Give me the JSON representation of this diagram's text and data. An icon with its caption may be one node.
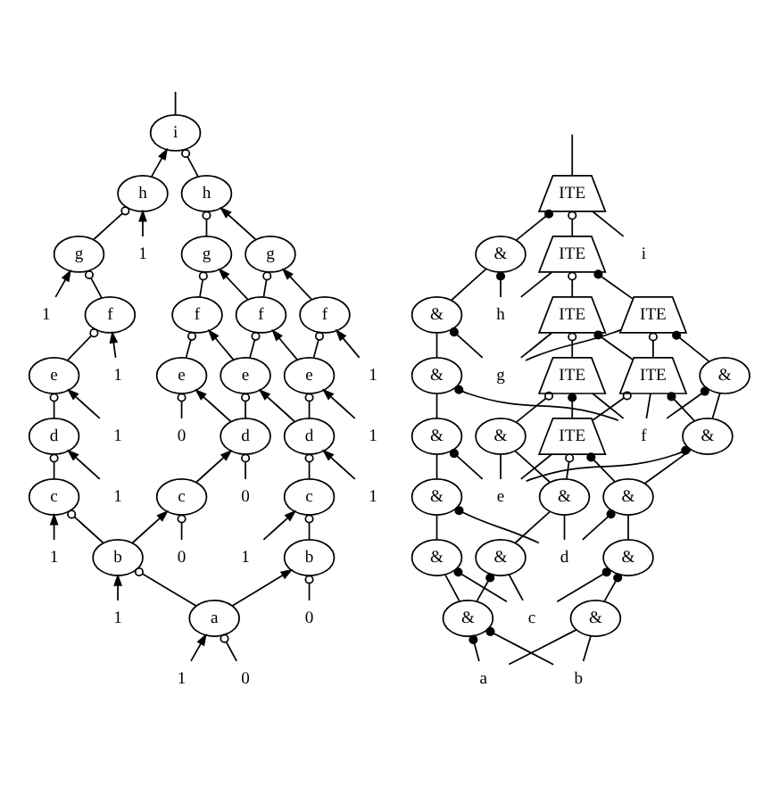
{
  "diagram": {
    "nodes": [
      {
        "text": [
          "i"
        ]
      },
      {
        "text": [
          "h"
        ]
      },
      {
        "text": [
          "h"
        ]
      },
      {
        "text": [
          "g"
        ]
      },
      {
        "text": [
          "1"
        ]
      },
      {
        "text": [
          "g"
        ]
      },
      {
        "text": [
          "g"
        ]
      },
      {
        "text": [
          "1"
        ]
      },
      {
        "text": [
          "f"
        ]
      },
      {
        "text": [
          "f"
        ]
      },
      {
        "text": [
          "f"
        ]
      },
      {
        "text": [
          "f"
        ]
      },
      {
        "text": [
          "e"
        ]
      },
      {
        "text": [
          "1"
        ]
      },
      {
        "text": [
          "e"
        ]
      },
      {
        "text": [
          "e"
        ]
      },
      {
        "text": [
          "e"
        ]
      },
      {
        "text": [
          "1"
        ]
      },
      {
        "text": [
          "d"
        ]
      },
      {
        "text": [
          "1"
        ]
      },
      {
        "text": [
          "0"
        ]
      },
      {
        "text": [
          "d"
        ]
      },
      {
        "text": [
          "d"
        ]
      },
      {
        "text": [
          "1"
        ]
      },
      {
        "text": [
          "c"
        ]
      },
      {
        "text": [
          "1"
        ]
      },
      {
        "text": [
          "c"
        ]
      },
      {
        "text": [
          "0"
        ]
      },
      {
        "text": [
          "c"
        ]
      },
      {
        "text": [
          "1"
        ]
      },
      {
        "text": [
          "1"
        ]
      },
      {
        "text": [
          "b"
        ]
      },
      {
        "text": [
          "0"
        ]
      },
      {
        "text": [
          "1"
        ]
      },
      {
        "text": [
          "b"
        ]
      },
      {
        "text": [
          "1"
        ]
      },
      {
        "text": [
          "a"
        ]
      },
      {
        "text": [
          "0"
        ]
      },
      {
        "text": [
          "1"
        ]
      },
      {
        "text": [
          "0"
        ]
      },
      {
        "text": [
          "ITE"
        ]
      },
      {
        "text": [
          "ITE"
        ]
      },
      {
        "text": [
          "&"
        ]
      },
      {
        "text": [
          "i"
        ]
      },
      {
        "text": [
          "ITE"
        ]
      },
      {
        "text": [
          "ITE"
        ]
      },
      {
        "text": [
          "h"
        ]
      },
      {
        "text": [
          "&"
        ]
      },
      {
        "text": [
          "&"
        ]
      },
      {
        "text": [
          "ITE"
        ]
      },
      {
        "text": [
          "g"
        ]
      },
      {
        "text": [
          "ITE"
        ]
      },
      {
        "text": [
          "&"
        ]
      },
      {
        "text": [
          "&"
        ]
      },
      {
        "text": [
          "ITE"
        ]
      },
      {
        "text": [
          "f"
        ]
      },
      {
        "text": [
          "&"
        ]
      },
      {
        "text": [
          "&"
        ]
      },
      {
        "text": [
          "&"
        ]
      },
      {
        "text": [
          "e"
        ]
      },
      {
        "text": [
          "&"
        ]
      },
      {
        "text": [
          "&"
        ]
      },
      {
        "text": [
          "&"
        ]
      },
      {
        "text": [
          "d"
        ]
      },
      {
        "text": [
          "&"
        ]
      },
      {
        "text": [
          "&"
        ]
      },
      {
        "text": [
          "&"
        ]
      },
      {
        "text": [
          "c"
        ]
      },
      {
        "text": [
          "&"
        ]
      },
      {
        "text": [
          "a"
        ]
      },
      {
        "text": [
          "b"
        ]
      }
    ],
    "edges": [
      {
        "from": 0,
        "to": null,
        "arrow": "none"
      },
      {
        "from": 1,
        "to": 0,
        "arrow": "to"
      },
      {
        "from": 2,
        "to": 0,
        "arrow": "other"
      },
      {
        "from": 3,
        "to": 1,
        "arrow": "other"
      },
      {
        "from": 4,
        "to": 1,
        "arrow": "to"
      },
      {
        "from": 5,
        "to": 2,
        "arrow": "other"
      },
      {
        "from": 6,
        "to": 2,
        "arrow": "to"
      },
      {
        "from": 7,
        "to": 3,
        "arrow": "to"
      },
      {
        "from": 8,
        "to": 3,
        "arrow": "other"
      },
      {
        "from": 9,
        "to": 5,
        "arrow": "other"
      },
      {
        "from": 10,
        "to": 5,
        "arrow": "to"
      },
      {
        "from": 10,
        "to": 6,
        "arrow": "other"
      },
      {
        "from": 11,
        "to": 6,
        "arrow": "to"
      },
      {
        "from": 12,
        "to": 8,
        "arrow": "other"
      },
      {
        "from": 13,
        "to": 8,
        "arrow": "to"
      },
      {
        "from": 14,
        "to": 9,
        "arrow": "other"
      },
      {
        "from": 15,
        "to": 9,
        "arrow": "to"
      },
      {
        "from": 15,
        "to": 10,
        "arrow": "other"
      },
      {
        "from": 16,
        "to": 10,
        "arrow": "to"
      },
      {
        "from": 16,
        "to": 11,
        "arrow": "other"
      },
      {
        "from": 17,
        "to": 11,
        "arrow": "to"
      },
      {
        "from": 18,
        "to": 12,
        "arrow": "other"
      },
      {
        "from": 19,
        "to": 12,
        "arrow": "to"
      },
      {
        "from": 20,
        "to": 14,
        "arrow": "other"
      },
      {
        "from": 21,
        "to": 14,
        "arrow": "to"
      },
      {
        "from": 21,
        "to": 15,
        "arrow": "other"
      },
      {
        "from": 22,
        "to": 15,
        "arrow": "to"
      },
      {
        "from": 22,
        "to": 16,
        "arrow": "other"
      },
      {
        "from": 23,
        "to": 16,
        "arrow": "to"
      },
      {
        "from": 24,
        "to": 18,
        "arrow": "other"
      },
      {
        "from": 25,
        "to": 18,
        "arrow": "to"
      },
      {
        "from": 26,
        "to": 21,
        "arrow": "to"
      },
      {
        "from": 27,
        "to": 21,
        "arrow": "other"
      },
      {
        "from": 28,
        "to": 22,
        "arrow": "other"
      },
      {
        "from": 29,
        "to": 22,
        "arrow": "to"
      },
      {
        "from": 30,
        "to": 24,
        "arrow": "to"
      },
      {
        "from": 31,
        "to": 24,
        "arrow": "other"
      },
      {
        "from": 31,
        "to": 26,
        "arrow": "to"
      },
      {
        "from": 32,
        "to": 26,
        "arrow": "other"
      },
      {
        "from": 33,
        "to": 28,
        "arrow": "to"
      },
      {
        "from": 34,
        "to": 28,
        "arrow": "other"
      },
      {
        "from": 35,
        "to": 31,
        "arrow": "to"
      },
      {
        "from": 36,
        "to": 31,
        "arrow": "other"
      },
      {
        "from": 36,
        "to": 34,
        "arrow": "to"
      },
      {
        "from": 37,
        "to": 34,
        "arrow": "other"
      },
      {
        "from": 38,
        "to": 36,
        "arrow": "to"
      },
      {
        "from": 39,
        "to": 36,
        "arrow": "other"
      },
      {
        "from": 40,
        "to": null,
        "arrow": "none"
      },
      {
        "from": 41,
        "to": 40,
        "arrow": "other"
      },
      {
        "from": 42,
        "to": 40,
        "arrow": "other"
      },
      {
        "from": 43,
        "to": 40,
        "arrow": "none"
      },
      {
        "from": 44,
        "to": 41,
        "arrow": "other"
      },
      {
        "from": 45,
        "to": 41,
        "arrow": "other"
      },
      {
        "from": 46,
        "to": 41,
        "arrow": "none"
      },
      {
        "from": 46,
        "to": 42,
        "arrow": "other"
      },
      {
        "from": 47,
        "to": 42,
        "arrow": "none"
      },
      {
        "from": 48,
        "to": 44,
        "arrow": "other"
      },
      {
        "from": 49,
        "to": 44,
        "arrow": "other"
      },
      {
        "from": 50,
        "to": 44,
        "arrow": "none"
      },
      {
        "from": 49,
        "to": 45,
        "arrow": "other"
      },
      {
        "from": 50,
        "to": 45,
        "arrow": "none"
      },
      {
        "from": 51,
        "to": 45,
        "arrow": "other"
      },
      {
        "from": 50,
        "to": 47,
        "arrow": "other"
      },
      {
        "from": 52,
        "to": 47,
        "arrow": "none"
      },
      {
        "from": 53,
        "to": 48,
        "arrow": "none"
      },
      {
        "from": 55,
        "to": 48,
        "arrow": "other"
      },
      {
        "from": 53,
        "to": 49,
        "arrow": "other"
      },
      {
        "from": 54,
        "to": 49,
        "arrow": "other"
      },
      {
        "from": 55,
        "to": 49,
        "arrow": "none"
      },
      {
        "from": 54,
        "to": 51,
        "arrow": "other"
      },
      {
        "from": 55,
        "to": 51,
        "arrow": "none"
      },
      {
        "from": 56,
        "to": 51,
        "arrow": "other"
      },
      {
        "from": 55,
        "to": 52,
        "arrow": "other"
      },
      {
        "from": 57,
        "to": 52,
        "arrow": "none"
      },
      {
        "from": 58,
        "to": 53,
        "arrow": "none"
      },
      {
        "from": 59,
        "to": 53,
        "arrow": "other"
      },
      {
        "from": 58,
        "to": 54,
        "arrow": "other"
      },
      {
        "from": 59,
        "to": 54,
        "arrow": "none"
      },
      {
        "from": 60,
        "to": 54,
        "arrow": "other"
      },
      {
        "from": 59,
        "to": 56,
        "arrow": "none"
      },
      {
        "from": 60,
        "to": 56,
        "arrow": "none"
      },
      {
        "from": 59,
        "to": 57,
        "arrow": "other"
      },
      {
        "from": 61,
        "to": 57,
        "arrow": "none"
      },
      {
        "from": 62,
        "to": 58,
        "arrow": "none"
      },
      {
        "from": 63,
        "to": 58,
        "arrow": "other"
      },
      {
        "from": 63,
        "to": 60,
        "arrow": "none"
      },
      {
        "from": 64,
        "to": 60,
        "arrow": "none"
      },
      {
        "from": 63,
        "to": 61,
        "arrow": "other"
      },
      {
        "from": 65,
        "to": 61,
        "arrow": "none"
      },
      {
        "from": 66,
        "to": 62,
        "arrow": "other"
      },
      {
        "from": 67,
        "to": 62,
        "arrow": "other"
      },
      {
        "from": 67,
        "to": 64,
        "arrow": "none"
      },
      {
        "from": 68,
        "to": 64,
        "arrow": "other"
      },
      {
        "from": 67,
        "to": 65,
        "arrow": "other"
      },
      {
        "from": 68,
        "to": 65,
        "arrow": "none"
      },
      {
        "from": 69,
        "to": 66,
        "arrow": "none"
      },
      {
        "from": 70,
        "to": 66,
        "arrow": "none"
      },
      {
        "from": 69,
        "to": 68,
        "arrow": "other"
      },
      {
        "from": 70,
        "to": 68,
        "arrow": "other"
      }
    ]
  }
}
